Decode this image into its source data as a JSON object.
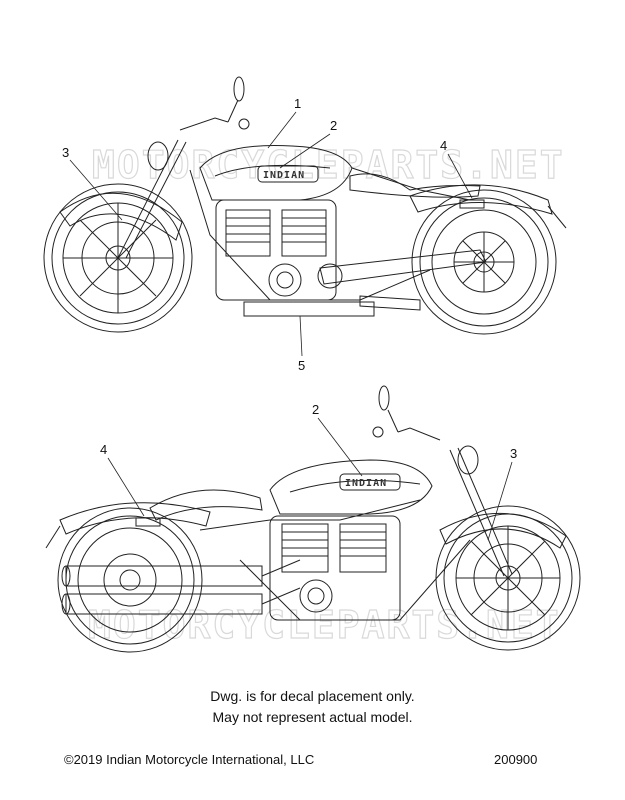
{
  "diagram": {
    "top_view": {
      "callouts": [
        "1",
        "2",
        "3",
        "4",
        "5"
      ],
      "tank_logo": "INDIAN",
      "watermark": "MOTORCYCLEPARTS.NET"
    },
    "bottom_view": {
      "callouts": [
        "2",
        "4",
        "3"
      ],
      "tank_logo": "INDIAN",
      "watermark": "MOTORCYCLEPARTS.NET"
    }
  },
  "notes": {
    "line1": "Dwg. is for decal placement only.",
    "line2": "May not represent actual model."
  },
  "footer": {
    "copyright": "©2019 Indian Motorcycle International, LLC",
    "drawing_number": "200900"
  }
}
